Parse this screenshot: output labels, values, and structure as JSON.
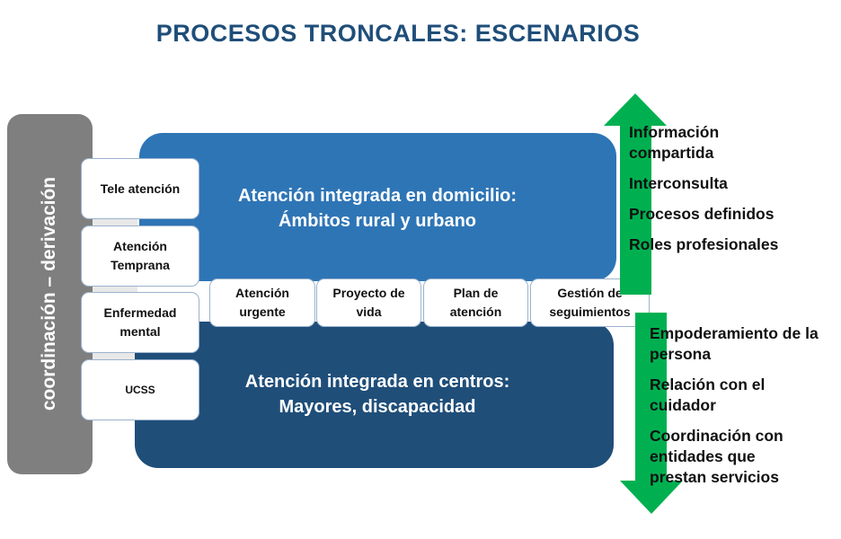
{
  "title": "PROCESOS TRONCALES: ESCENARIOS",
  "side_bar_label": "coordinación – derivación",
  "top_box": {
    "line1": "Atención integrada en domicilio:",
    "line2": "Ámbitos rural y urbano"
  },
  "bottom_box": {
    "line1": "Atención integrada en centros:",
    "line2": "Mayores, discapacidad"
  },
  "left_boxes": [
    {
      "line1": "Tele atención",
      "line2": ""
    },
    {
      "line1": "Atención",
      "line2": "Temprana"
    },
    {
      "line1": "Enfermedad",
      "line2": "mental"
    },
    {
      "line1": "UCSS",
      "line2": ""
    }
  ],
  "middle_boxes": [
    {
      "line1": "Atención",
      "line2": "urgente"
    },
    {
      "line1": "Proyecto de",
      "line2": "vida"
    },
    {
      "line1": "Plan de",
      "line2": "atención"
    },
    {
      "line1": "Gestión de",
      "line2": "seguimientos"
    }
  ],
  "upper_items": [
    "Información compartida",
    "Interconsulta",
    "Procesos definidos",
    "Roles profesionales"
  ],
  "lower_items": [
    "Empoderamiento de la persona",
    "Relación con el cuidador",
    "Coordinación con entidades que prestan servicios"
  ],
  "colors": {
    "title": "#1f4e79",
    "top_box": "#2e75b6",
    "bottom_box": "#1f4e79",
    "side_bar": "#7f7f7f",
    "arrows": "#00b050"
  }
}
